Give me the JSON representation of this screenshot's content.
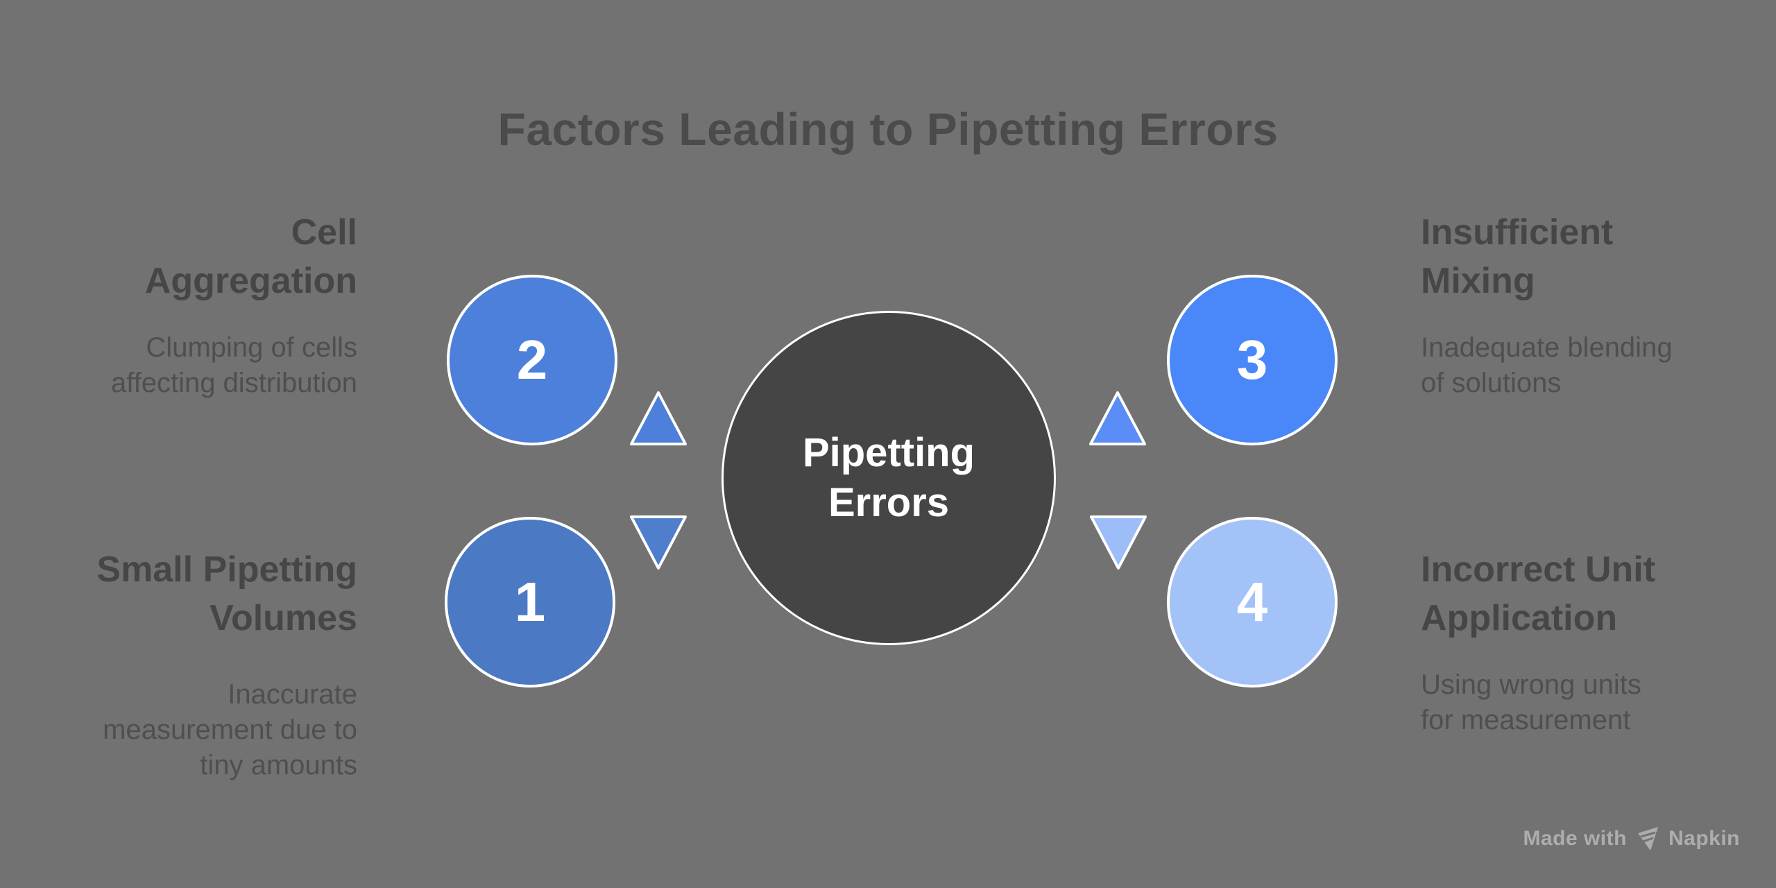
{
  "title": "Factors Leading to Pipetting Errors",
  "center": {
    "label": "Pipetting\nErrors",
    "fill_color": "#454545"
  },
  "factors": [
    {
      "number": "1",
      "position": "bottom-left",
      "heading": "Small Pipetting\nVolumes",
      "description": "Inaccurate\nmeasurement due to\ntiny amounts",
      "circle_color": "#4b79c4"
    },
    {
      "number": "2",
      "position": "top-left",
      "heading": "Cell\nAggregation",
      "description": "Clumping of cells\naffecting distribution",
      "circle_color": "#4c80da"
    },
    {
      "number": "3",
      "position": "top-right",
      "heading": "Insufficient\nMixing",
      "description": "Inadequate blending\nof solutions",
      "circle_color": "#4a87f8"
    },
    {
      "number": "4",
      "position": "bottom-right",
      "heading": "Incorrect Unit\nApplication",
      "description": "Using wrong units\nfor measurement",
      "circle_color": "#a3c2f7"
    }
  ],
  "arrows": {
    "left_up": "#4c80da",
    "left_down": "#4f7ecd",
    "right_up": "#5a8df5",
    "right_down": "#9dbdf8"
  },
  "colors": {
    "background": "#727272",
    "title_text": "#4b4b4b",
    "heading_text": "#464646",
    "description_text": "#4f4f4f",
    "circle_text": "#ffffff",
    "circle_border": "#ffffff"
  },
  "watermark": {
    "text_before": "Made with",
    "brand": "Napkin"
  }
}
